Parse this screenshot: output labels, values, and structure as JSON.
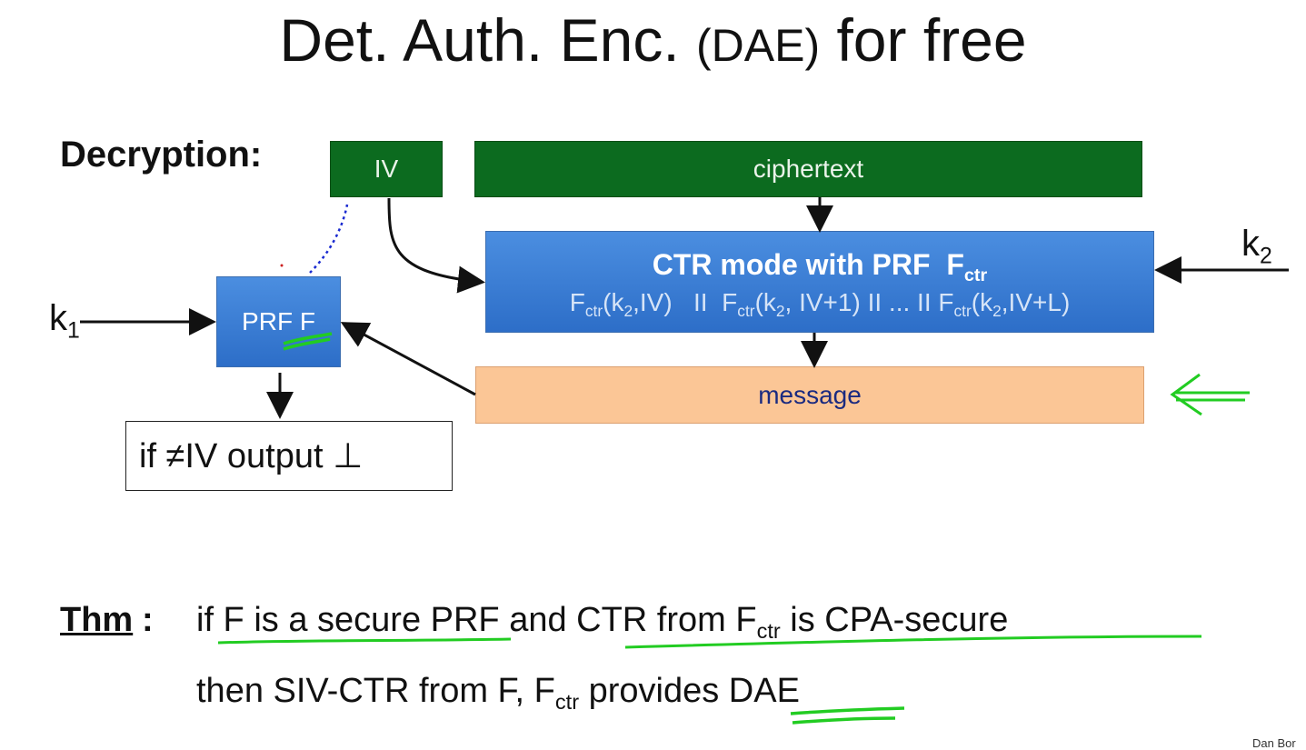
{
  "title": {
    "part1": "Det. Auth. Enc.",
    "paren": "(DAE)",
    "part2": "for free"
  },
  "section_label": "Decryption:",
  "diagram": {
    "iv_box": "IV",
    "ciphertext_box": "ciphertext",
    "ctr_box": {
      "title_main": "CTR mode with PRF",
      "title_func": "F",
      "title_sub": "ctr",
      "formula": {
        "f": "F",
        "sub_ctr": "ctr",
        "k": "k",
        "sub_2": "2",
        "part1": "(k",
        "part1b": ",IV)",
        "sep1": "II",
        "part2": "(k",
        "part2b": ", IV+1)",
        "sep2": "II ... II",
        "part3": "(k",
        "part3b": ",IV+L)"
      }
    },
    "prf_box": {
      "label": "PRF",
      "func": "F"
    },
    "message_box": "message",
    "output_box": "if  ≠IV output ⊥",
    "key1": {
      "letter": "k",
      "sub": "1"
    },
    "key2": {
      "letter": "k",
      "sub": "2"
    }
  },
  "theorem": {
    "label": "Thm",
    "colon": ":",
    "line1": {
      "a": "if F is a secure PRF  and  CTR from F",
      "sub": "ctr",
      "b": " is CPA-secure"
    },
    "line2": {
      "a": "then SIV-CTR from F, F",
      "sub": "ctr",
      "b": " provides DAE"
    }
  },
  "credit": "Dan Bor",
  "colors": {
    "green_box": "#0c6b1f",
    "blue_box": "#3579d0",
    "orange_box": "#fbc696",
    "annotation_green": "#22cc22",
    "annotation_blue": "#1a2ad0"
  }
}
